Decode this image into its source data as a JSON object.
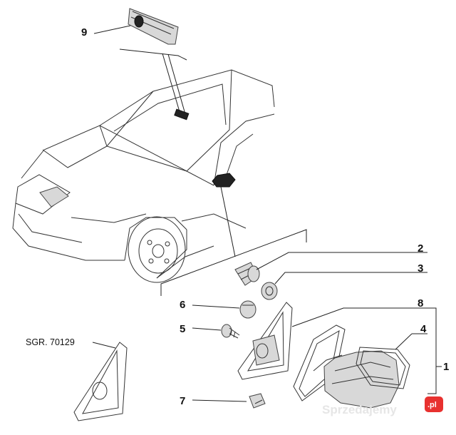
{
  "callouts": {
    "c9": "9",
    "c2": "2",
    "c3": "3",
    "c6": "6",
    "c8": "8",
    "c4": "4",
    "c5": "5",
    "c7": "7",
    "c1": "1"
  },
  "reference_label": "SGR. 70129",
  "watermark": {
    "text": "Sprzedajemy",
    "badge": ".pl",
    "badge_color": "#e8312f"
  }
}
